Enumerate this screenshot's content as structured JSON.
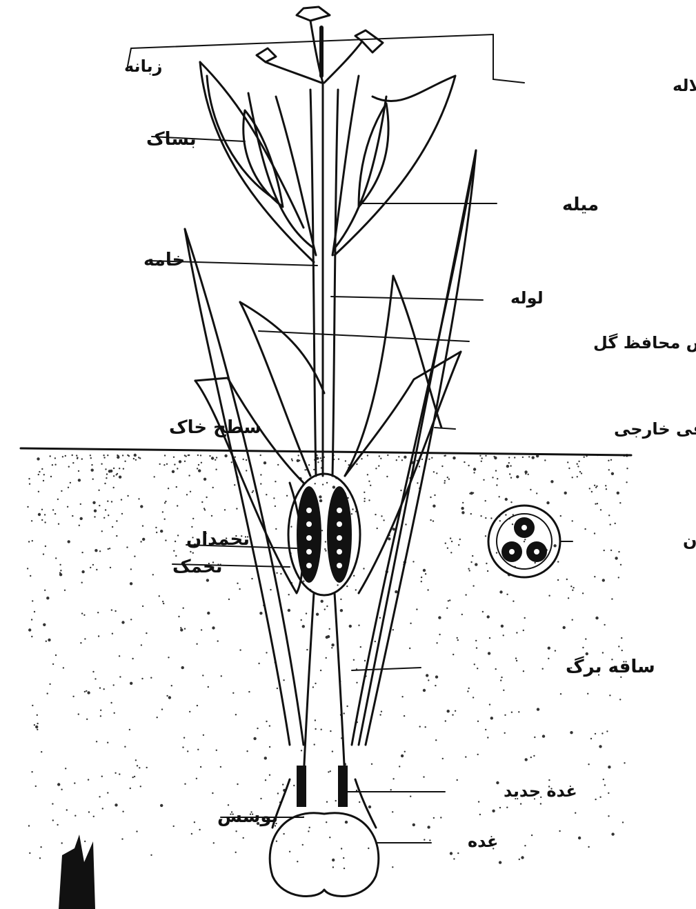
{
  "labels": {
    "stigma": "زبانه",
    "style_branches": "شاخه های کلاله",
    "anther": "بساک",
    "filament": "میله",
    "style": "خامه",
    "tube": "لوله",
    "perianth_tepals": "پوشش محافظ گل",
    "outer_scale_leaves": "برگهای غلافی خارجی",
    "soil_surface": "سطح خاک",
    "ovary": "تخمدان",
    "ovule": "تخمک",
    "ovary_cross_section": "برش عرضی تخمدان",
    "leaf_base": "ساقه برگ",
    "new_corm": "غده جدید",
    "corm_cover": "پوشش",
    "corm": "غده"
  },
  "colors": {
    "ink": "#111111",
    "paper": "#ffffff",
    "soil_dots": "#333333"
  }
}
